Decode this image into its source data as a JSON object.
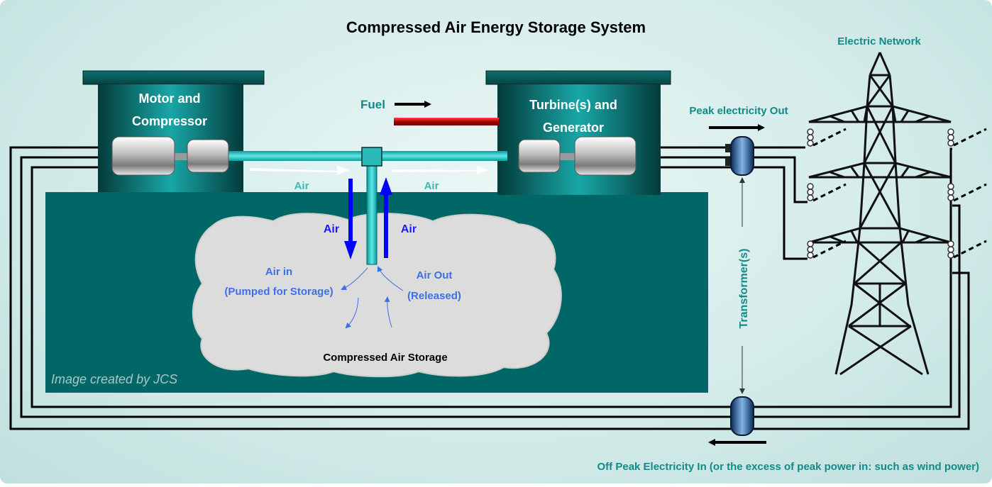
{
  "title": "Compressed Air Energy Storage System",
  "labels": {
    "motor_line1": "Motor and",
    "motor_line2": "Compressor",
    "turbine_line1": "Turbine(s) and",
    "turbine_line2": "Generator",
    "fuel": "Fuel",
    "air_left": "Air",
    "air_right": "Air",
    "air_down": "Air",
    "air_up": "Air",
    "air_in_line1": "Air in",
    "air_in_line2": "(Pumped for Storage)",
    "air_out_line1": "Air Out",
    "air_out_line2": "(Released)",
    "storage": "Compressed Air Storage",
    "credit": "Image created by JCS",
    "peak_out": "Peak electricity Out",
    "electric_network": "Electric Network",
    "transformers": "Transformer(s)",
    "off_peak": "Off Peak Electricity In (or the excess of peak power in: such as wind power)"
  },
  "colors": {
    "underground": "#006666",
    "machine_housing": "#0a5c5c",
    "pipe": "#33cccc",
    "fuel_line": "#cc0000",
    "air_arrow": "#0000ff",
    "text_teal": "#138a8a",
    "storage_cloud": "#dcdcdc"
  }
}
